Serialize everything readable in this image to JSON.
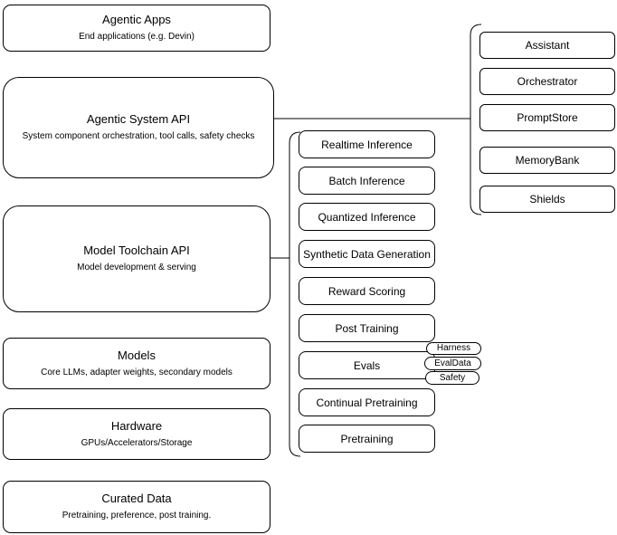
{
  "colors": {
    "background": "#ffffff",
    "border": "#000000",
    "text": "#000000",
    "line": "#000000"
  },
  "left_column": [
    {
      "title": "Agentic Apps",
      "subtitle": "End applications (e.g. Devin)"
    },
    {
      "title": "Agentic System API",
      "subtitle": "System component orchestration, tool calls, safety checks"
    },
    {
      "title": "Model Toolchain API",
      "subtitle": "Model development & serving"
    },
    {
      "title": "Models",
      "subtitle": "Core LLMs, adapter weights, secondary models"
    },
    {
      "title": "Hardware",
      "subtitle": "GPUs/Accelerators/Storage"
    },
    {
      "title": "Curated Data",
      "subtitle": "Pretraining, preference, post training."
    }
  ],
  "toolchain": {
    "items": [
      "Realtime Inference",
      "Batch Inference",
      "Quantized Inference",
      "Synthetic Data Generation",
      "Reward Scoring",
      "Post Training",
      "Evals",
      "Continual Pretraining",
      "Pretraining"
    ]
  },
  "evals_tags": [
    "Harness",
    "EvalData",
    "Safety"
  ],
  "agentic_components": [
    "Assistant",
    "Orchestrator",
    "PromptStore",
    "MemoryBank",
    "Shields"
  ]
}
